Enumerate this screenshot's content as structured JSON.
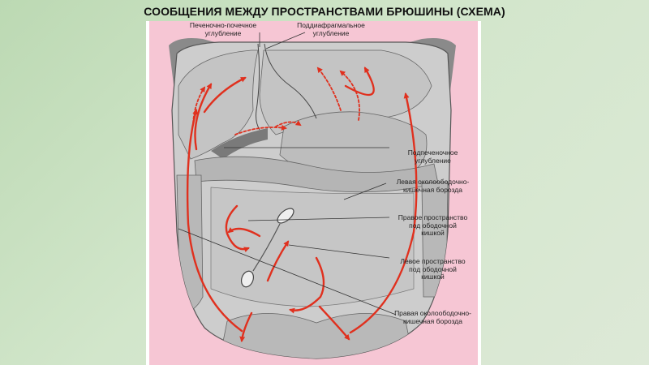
{
  "title": "СООБЩЕНИЯ МЕЖДУ ПРОСТРАНСТВАМИ БРЮШИНЫ (СХЕМА)",
  "labels": {
    "hepatorenal": [
      "Печеночно-почечное",
      "углубление"
    ],
    "subphrenic": [
      "Поддиафрагмальное",
      "углубление"
    ],
    "subhepatic": [
      "Подпеченочное",
      "углубление"
    ],
    "left_paracolic": [
      "Левая околоободочно-",
      "кишечная борозда"
    ],
    "right_subcolic": [
      "Правое пространство",
      "под ободочной",
      "кишкой"
    ],
    "left_subcolic": [
      "Левое пространство",
      "под ободочной",
      "кишкой"
    ],
    "right_paracolic": [
      "Правая околоободочно-",
      "кишечная борозда"
    ]
  },
  "colors": {
    "background": "#c7dfbf",
    "body_wall": "#f6c6d4",
    "cavity": "#cdcdcd",
    "organs": "#bdbdbd",
    "arrow": "#e0301e"
  }
}
